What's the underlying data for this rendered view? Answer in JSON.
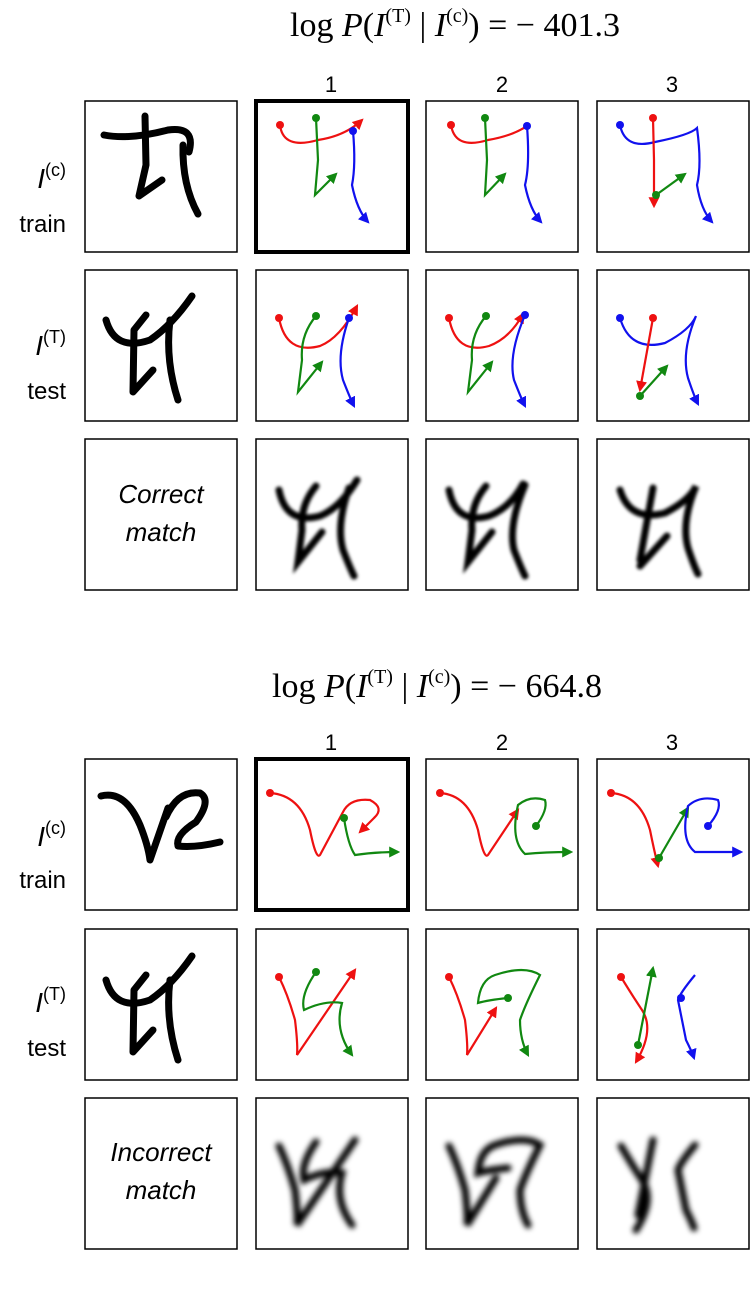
{
  "panels": [
    {
      "title": {
        "prefix": "log ",
        "P": "P",
        "open": "(",
        "I1": "I",
        "sup1": "(T)",
        "bar": " | ",
        "I2": "I",
        "sup2": "(c)",
        "close": ") = − 401.3"
      },
      "columns": [
        "1",
        "2",
        "3"
      ],
      "row_labels": [
        {
          "I": "I",
          "sup": "(c)",
          "word": "train"
        },
        {
          "I": "I",
          "sup": "(T)",
          "word": "test"
        }
      ],
      "match_text": [
        "Correct",
        "match"
      ],
      "selected_column": "1"
    },
    {
      "title": {
        "prefix": "log ",
        "P": "P",
        "open": "(",
        "I1": "I",
        "sup1": "(T)",
        "bar": " | ",
        "I2": "I",
        "sup2": "(c)",
        "close": ") = − 664.8"
      },
      "columns": [
        "1",
        "2",
        "3"
      ],
      "row_labels": [
        {
          "I": "I",
          "sup": "(c)",
          "word": "train"
        },
        {
          "I": "I",
          "sup": "(T)",
          "word": "test"
        }
      ],
      "match_text": [
        "Incorrect",
        "match"
      ],
      "selected_column": "1"
    }
  ],
  "stroke_colors": {
    "red": "#ee1111",
    "green": "#118811",
    "blue": "#1111ee"
  }
}
